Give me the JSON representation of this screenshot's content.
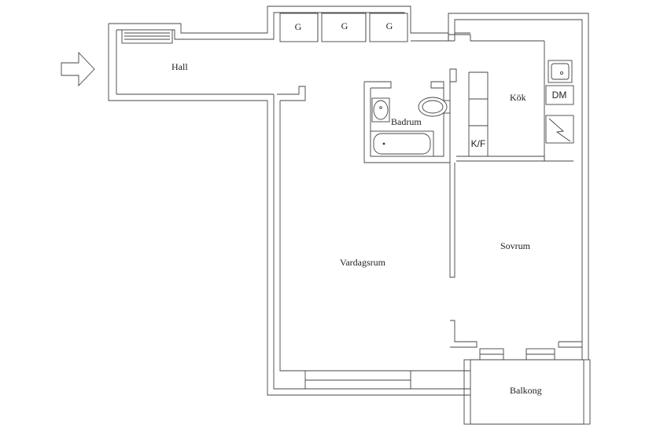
{
  "rooms": {
    "hall": "Hall",
    "kok": "Kök",
    "badrum": "Badrum",
    "vardagsrum": "Vardagsrum",
    "sovrum": "Sovrum",
    "balkong": "Balkong"
  },
  "fixtures": {
    "closet_1": "G",
    "closet_2": "G",
    "closet_3": "G",
    "fridge_freezer": "K/F",
    "dishwasher": "DM"
  },
  "entrance_icon": "arrow-right-icon"
}
